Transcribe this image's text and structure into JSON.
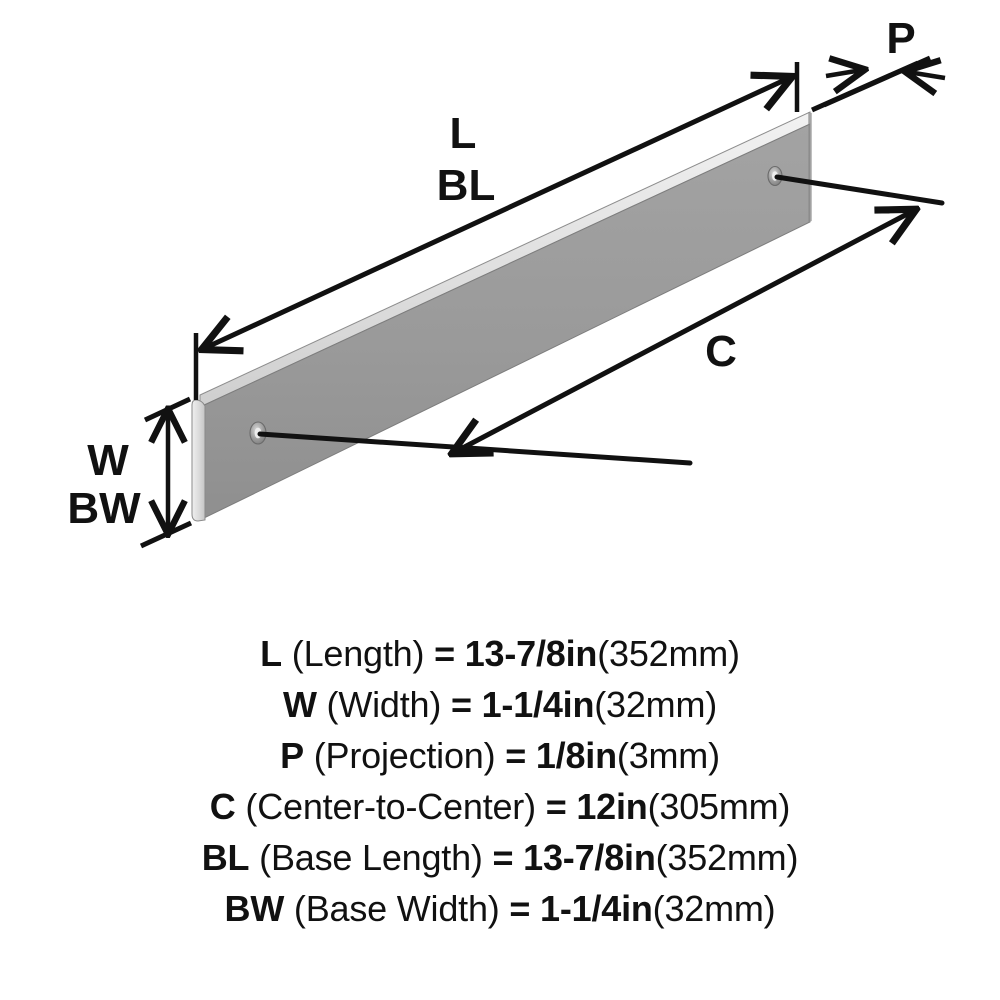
{
  "diagram": {
    "title": "Cabinet pull dimension diagram",
    "part_description": "Bar pull shown in isometric view with two mounting screw holes",
    "colors": {
      "face": "#9a9a9a",
      "top_edge": "#dedede",
      "end_cap": "#d2d2d2",
      "outline": "#6e6e6e",
      "line": "#111111",
      "background": "#ffffff"
    },
    "callouts": [
      {
        "key": "L",
        "label": "L"
      },
      {
        "key": "BL",
        "label": "BL"
      },
      {
        "key": "W",
        "label": "W"
      },
      {
        "key": "BW",
        "label": "BW"
      },
      {
        "key": "P",
        "label": "P"
      },
      {
        "key": "C",
        "label": "C"
      }
    ]
  },
  "specs": [
    {
      "symbol": "L",
      "description": "(Length)",
      "equals": "=",
      "value_in": "13-7/8in",
      "value_mm": "(352mm)"
    },
    {
      "symbol": "W",
      "description": "(Width)",
      "equals": "=",
      "value_in": "1-1/4in",
      "value_mm": "(32mm)"
    },
    {
      "symbol": "P",
      "description": "(Projection)",
      "equals": "=",
      "value_in": "1/8in",
      "value_mm": "(3mm)"
    },
    {
      "symbol": "C",
      "description": "(Center-to-Center)",
      "equals": "=",
      "value_in": "12in",
      "value_mm": "(305mm)"
    },
    {
      "symbol": "BL",
      "description": "(Base Length)",
      "equals": "=",
      "value_in": "13-7/8in",
      "value_mm": "(352mm)"
    },
    {
      "symbol": "BW",
      "description": "(Base Width)",
      "equals": "=",
      "value_in": "1-1/4in",
      "value_mm": "(32mm)"
    }
  ]
}
